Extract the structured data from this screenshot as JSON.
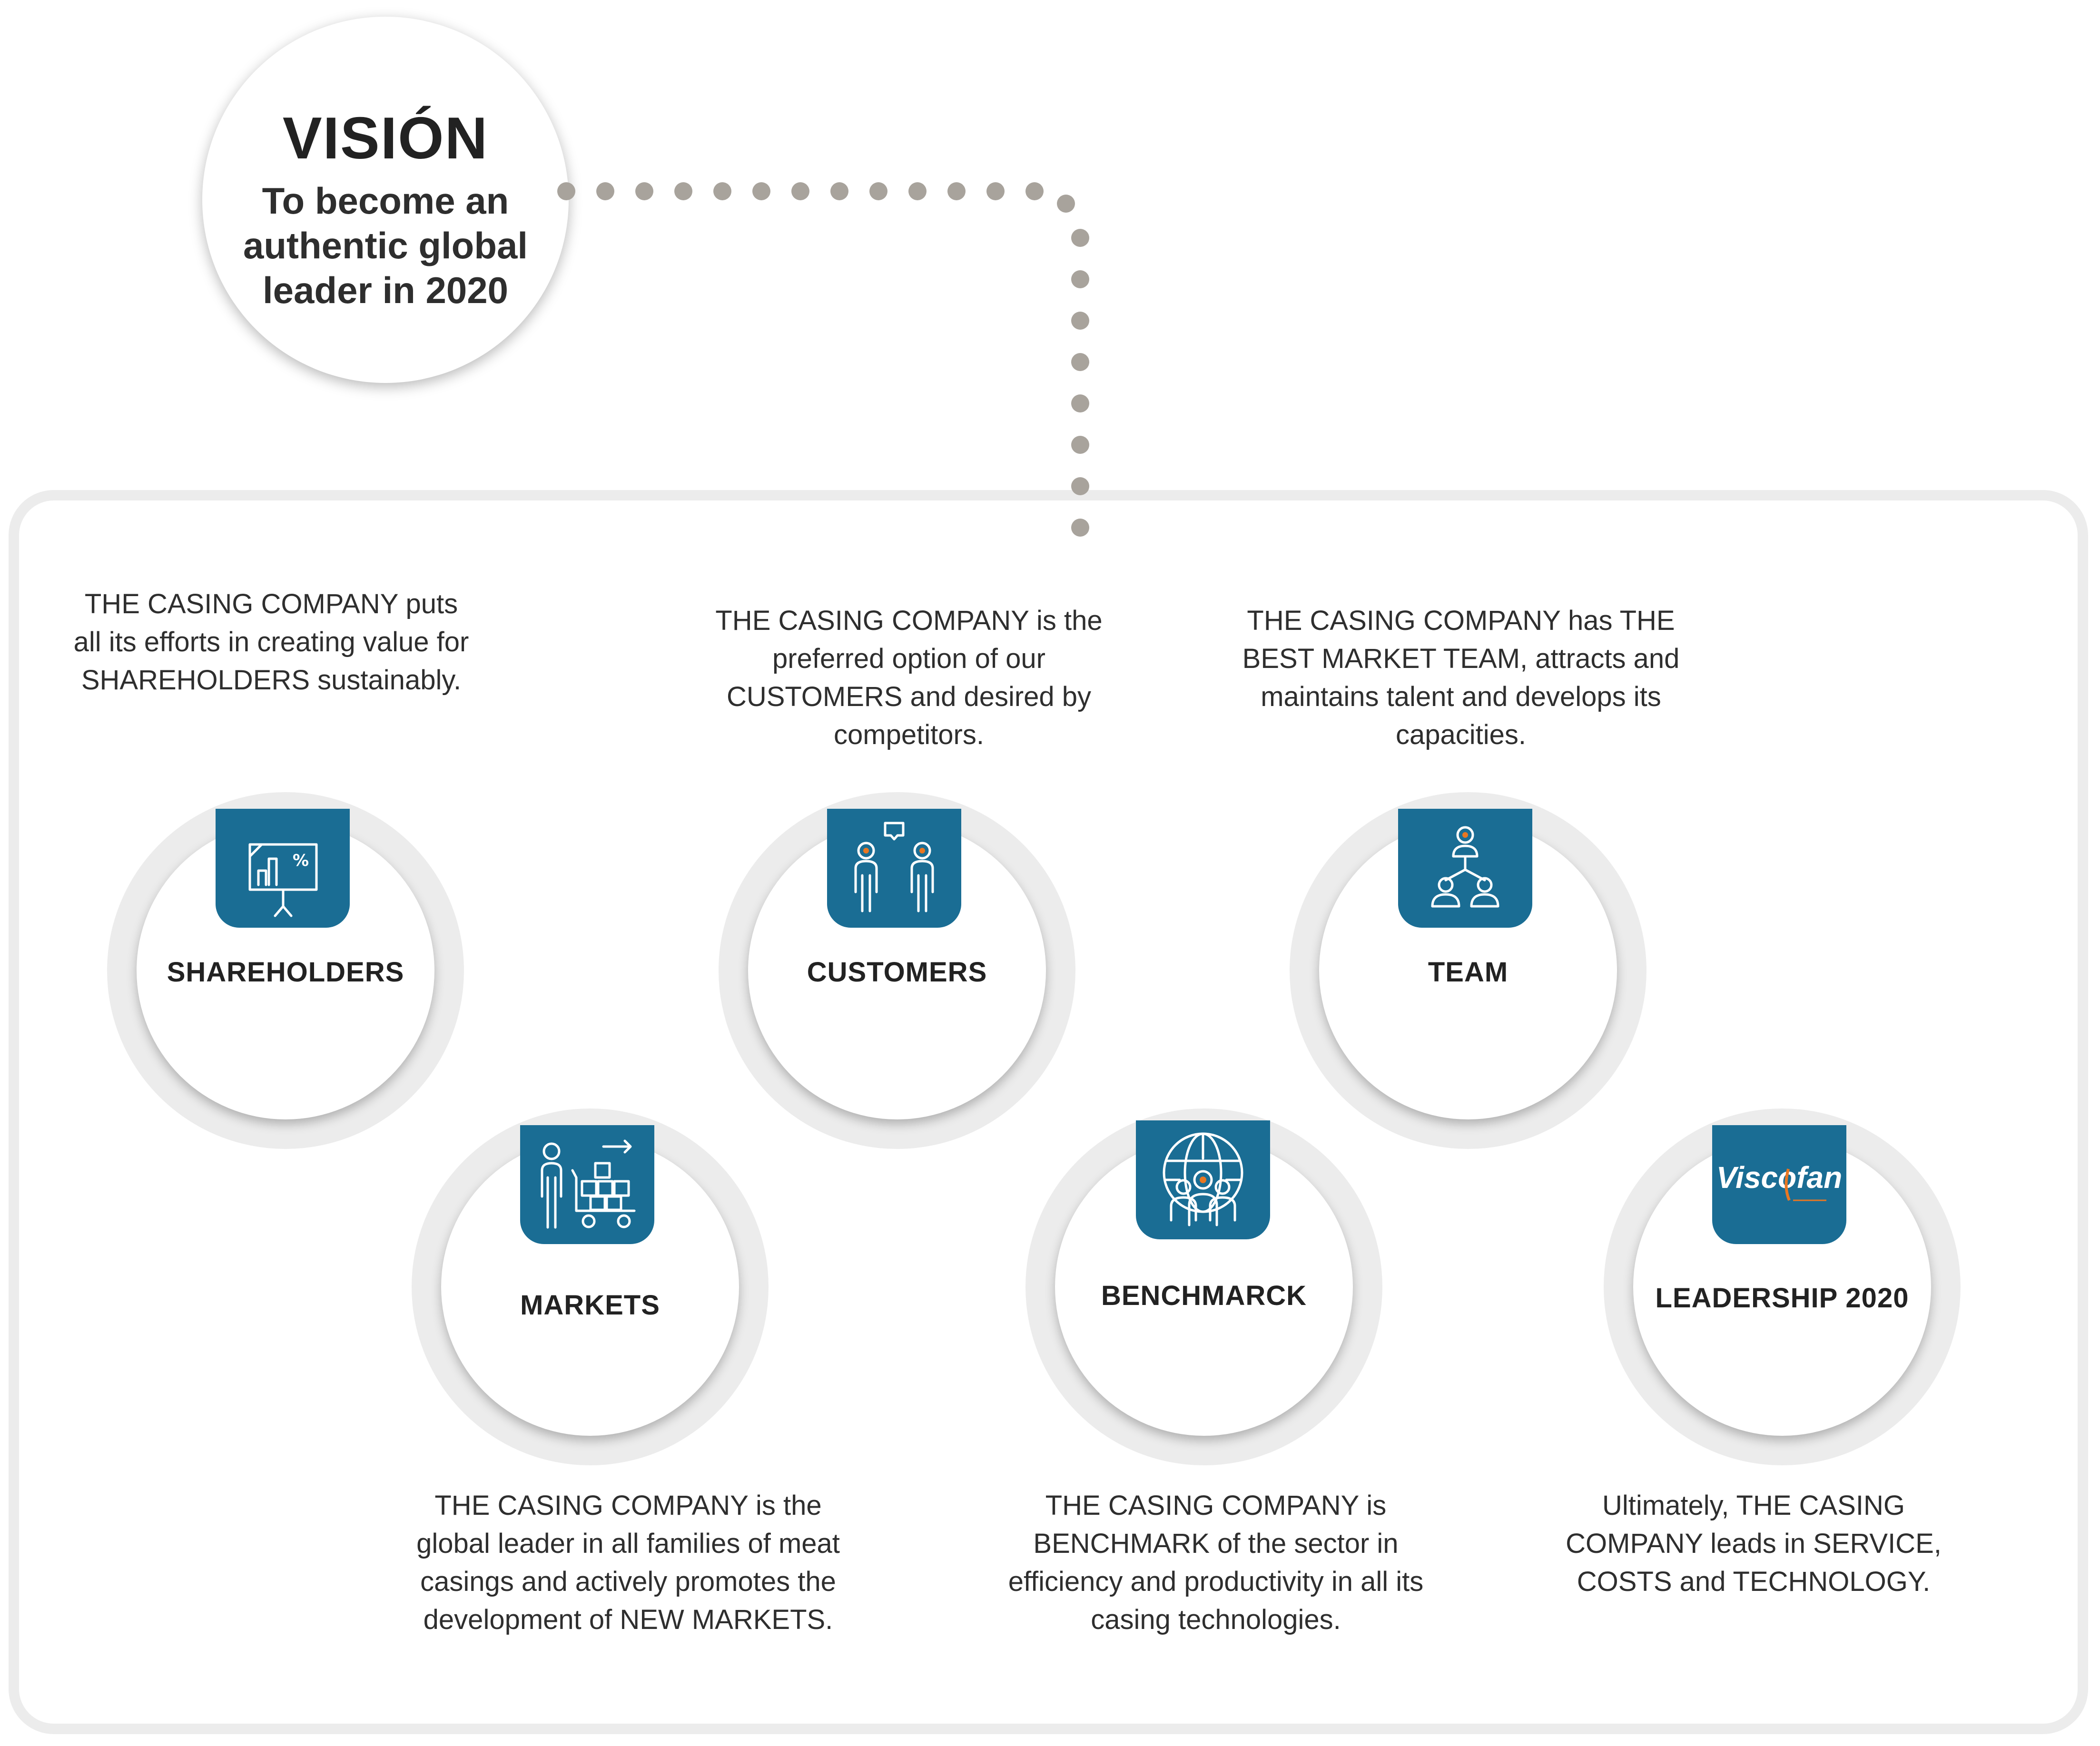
{
  "vision": {
    "title": "VISIÓN",
    "subtitle": "To become an authentic global leader in 2020"
  },
  "nodes": [
    {
      "label": "SHAREHOLDERS",
      "icon": "presentation-chart-icon",
      "description": "THE CASING COMPANY puts all its efforts in creating value for SHAREHOLDERS sustainably."
    },
    {
      "label": "CUSTOMERS",
      "icon": "customers-conversation-icon",
      "description": "THE CASING COMPANY is the preferred option of our CUSTOMERS and desired by competitors."
    },
    {
      "label": "TEAM",
      "icon": "team-hierarchy-icon",
      "description": "THE CASING COMPANY has THE BEST MARKET TEAM, attracts and maintains talent and develops its capacities."
    },
    {
      "label": "MARKETS",
      "icon": "person-cart-icon",
      "description": "THE CASING COMPANY is the global leader in all families of meat casings and actively promotes the development of NEW MARKETS."
    },
    {
      "label": "BENCHMARCK",
      "icon": "globe-people-icon",
      "description": "THE CASING COMPANY is BENCHMARK of the sector in efficiency and productivity in all its casing technologies."
    },
    {
      "label": "LEADERSHIP 2020",
      "icon": "viscofan-logo-icon",
      "logo_text": "Viscofan",
      "description": "Ultimately, THE CASING COMPANY leads in SERVICE, COSTS and TECHNOLOGY."
    }
  ],
  "colors": {
    "icon_background": "#1a6d94",
    "accent_orange": "#e87722",
    "connector_dots": "#a8a39c",
    "ring": "#ececec"
  }
}
